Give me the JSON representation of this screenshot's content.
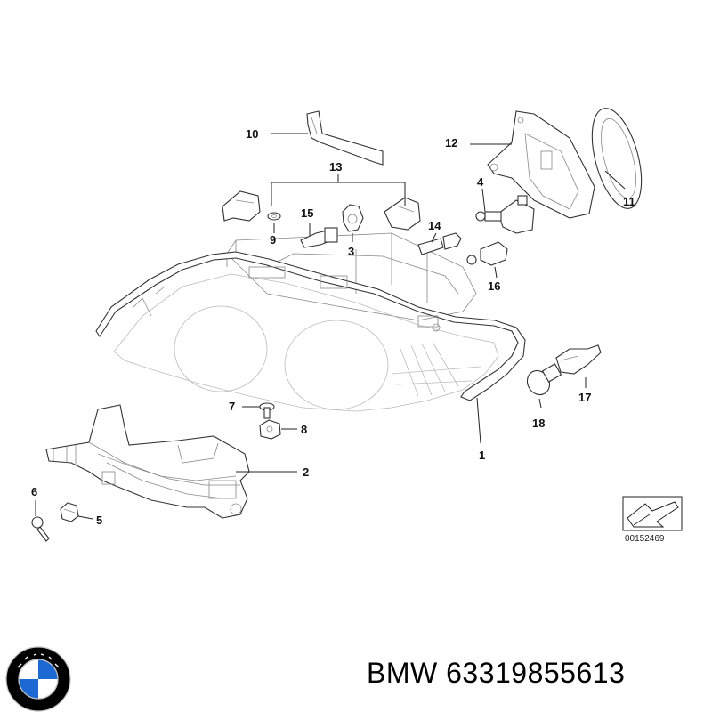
{
  "diagram": {
    "callouts": [
      "1",
      "2",
      "3",
      "4",
      "5",
      "6",
      "7",
      "8",
      "9",
      "10",
      "11",
      "12",
      "13",
      "14",
      "15",
      "16",
      "17",
      "18"
    ],
    "reference_code": "00152469"
  },
  "caption": {
    "brand": "BMW",
    "part_number": "63319855613"
  },
  "logo": {
    "text": "BMW",
    "colors": {
      "ring": "#000000",
      "blue": "#1c69d4",
      "white": "#ffffff",
      "silver": "#c0c0c0"
    }
  }
}
